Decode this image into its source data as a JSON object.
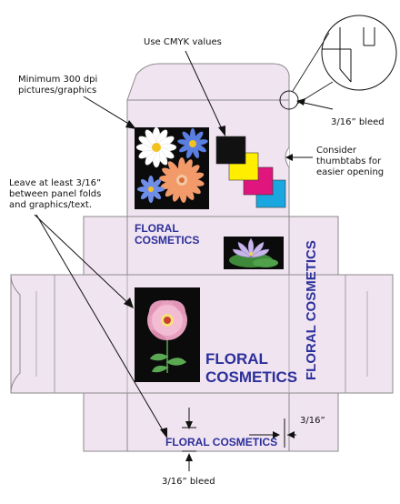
{
  "colors": {
    "box_fill": "#f1e4f1",
    "box_stroke": "#7f7f7f",
    "brand_text": "#2b2f9a",
    "cyan": "#1aa7e0",
    "magenta": "#e0157e",
    "yellow": "#ffee00",
    "black": "#111111"
  },
  "callouts": {
    "cmyk": "Use CMYK values",
    "dpi_line1": "Minimum 300 dpi",
    "dpi_line2": "pictures/graphics",
    "bleed_top": "3/16” bleed",
    "thumbtabs_line1": "Consider",
    "thumbtabs_line2": "thumbtabs for",
    "thumbtabs_line3": "easier opening",
    "fold_line1": "Leave at least 3/16”",
    "fold_line2": "between panel folds",
    "fold_line3": "and graphics/text.",
    "measure_right": "3/16”",
    "bleed_bottom": "3/16” bleed"
  },
  "brand": {
    "top_line1": "FLORAL",
    "top_line2": "COSMETICS",
    "front_line1": "FLORAL",
    "front_line2": "COSMETICS",
    "side": "FLORAL COSMETICS",
    "bottom": "FLORAL COSMETICS"
  },
  "icons": {
    "daisy_art": "flower-bouquet-icon",
    "lotus_art": "lotus-icon",
    "rose_art": "rose-icon",
    "thumbtab": "thumbtab-icon",
    "magnifier": "magnifier-circle-icon"
  }
}
